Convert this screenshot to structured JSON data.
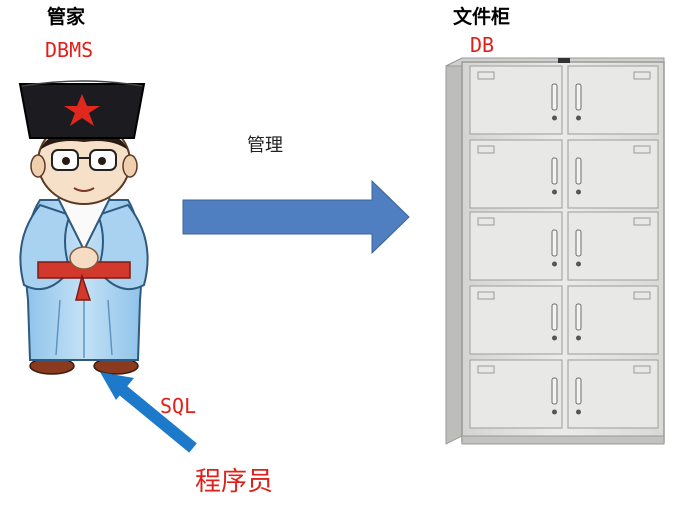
{
  "housekeeper": {
    "title": "管家",
    "subtitle": "DBMS"
  },
  "cabinet": {
    "title": "文件柜",
    "subtitle": "DB"
  },
  "arrow": {
    "label": "管理",
    "color": "#4f7fc0"
  },
  "query": {
    "label": "SQL",
    "color": "#1d79c9"
  },
  "programmer": {
    "label": "程序员",
    "color": "#e0201a"
  }
}
